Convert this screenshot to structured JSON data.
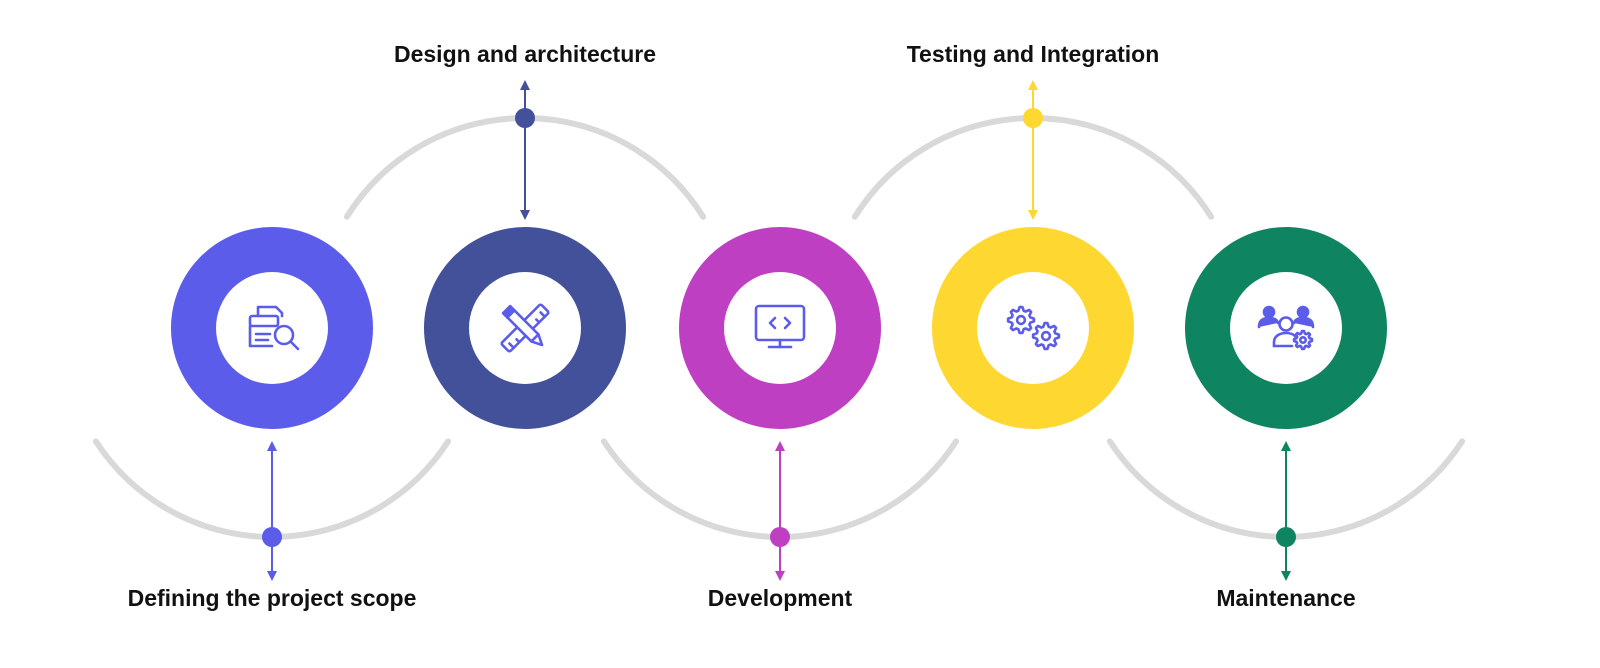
{
  "steps": [
    {
      "label": "Defining the project scope",
      "color": "#5b5ce9",
      "icon": "search-document-icon"
    },
    {
      "label": "Design and architecture",
      "color": "#43519b",
      "icon": "design-tools-icon"
    },
    {
      "label": "Development",
      "color": "#be3fc2",
      "icon": "code-monitor-icon"
    },
    {
      "label": "Testing and Integration",
      "color": "#ffd731",
      "icon": "gears-icon"
    },
    {
      "label": "Maintenance",
      "color": "#0f8461",
      "icon": "users-settings-icon"
    }
  ],
  "icon_color": "#5b5ce9",
  "arc_color": "#d9d9d9"
}
